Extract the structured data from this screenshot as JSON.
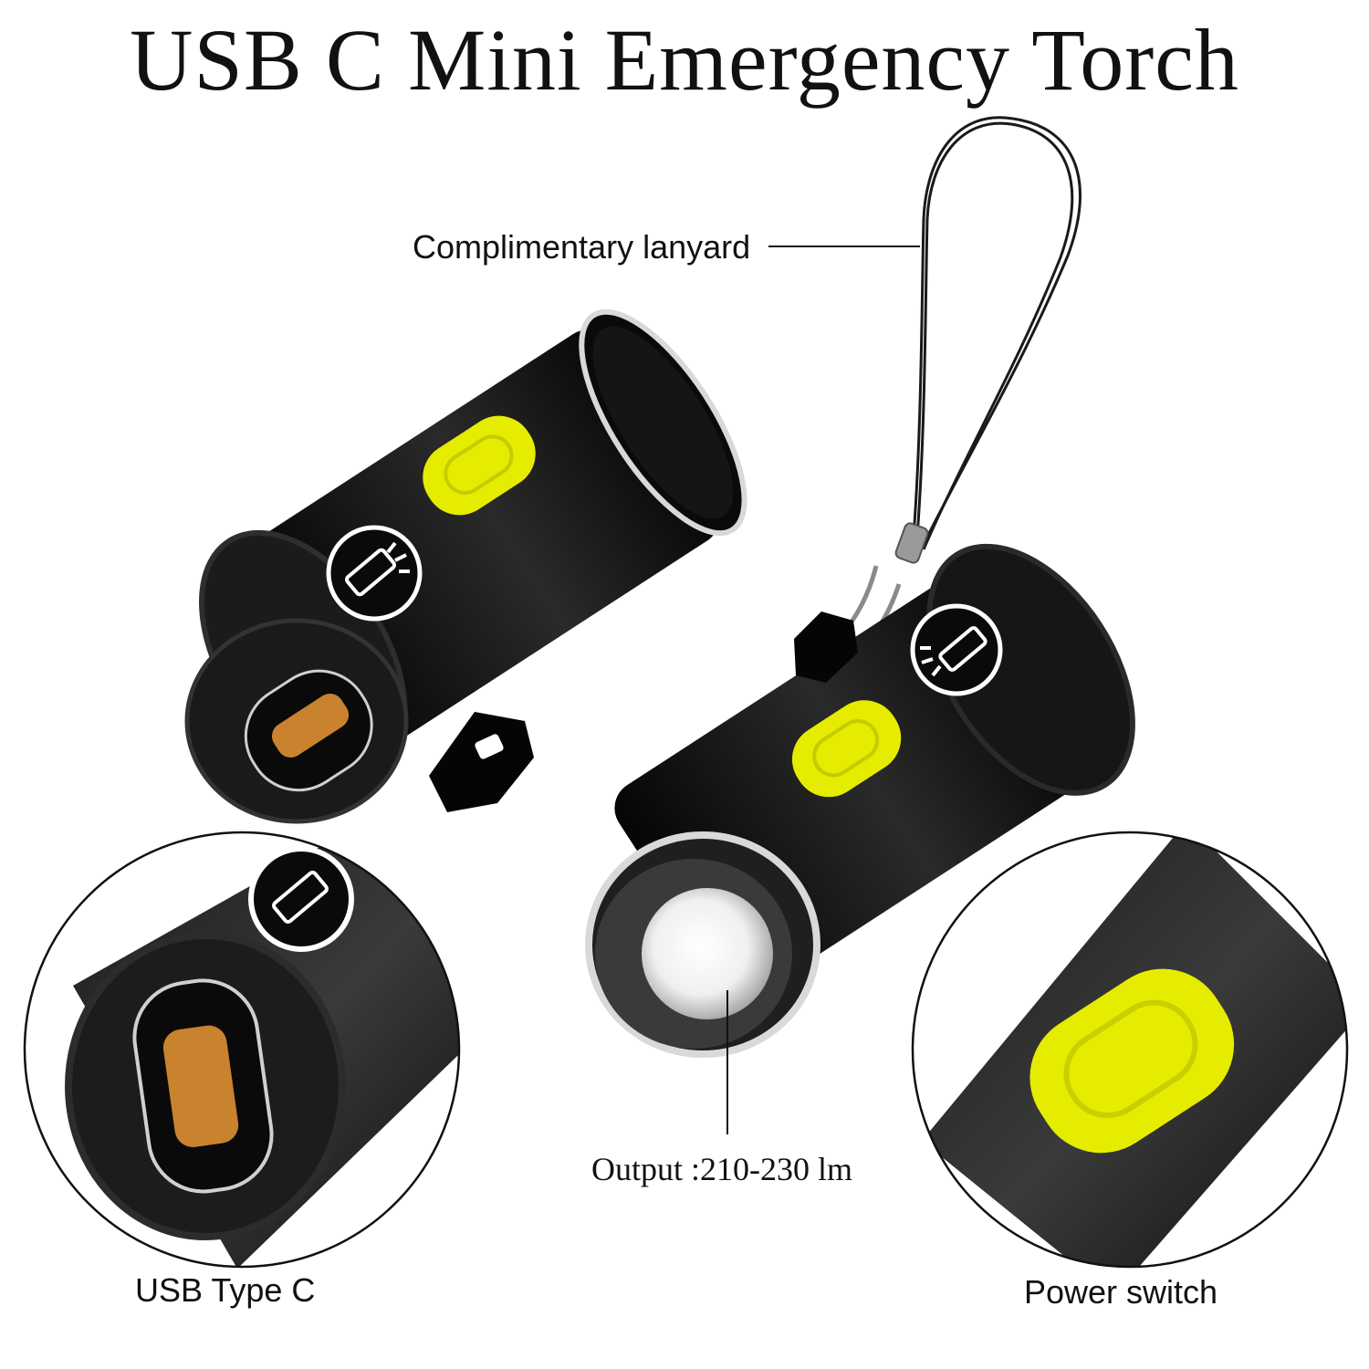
{
  "title": "USB C Mini Emergency Torch",
  "callouts": {
    "lanyard": "Complimentary lanyard",
    "output": "Output :210-230 lm",
    "usb": "USB Type C",
    "switch": "Power switch"
  },
  "colors": {
    "body": "#0b0b0b",
    "switch": "#e6ec00",
    "ring": "#d9d9d9",
    "lens": "#f7f7f7",
    "port": "#c9822e"
  },
  "icons": [
    "flashlight-icon"
  ]
}
